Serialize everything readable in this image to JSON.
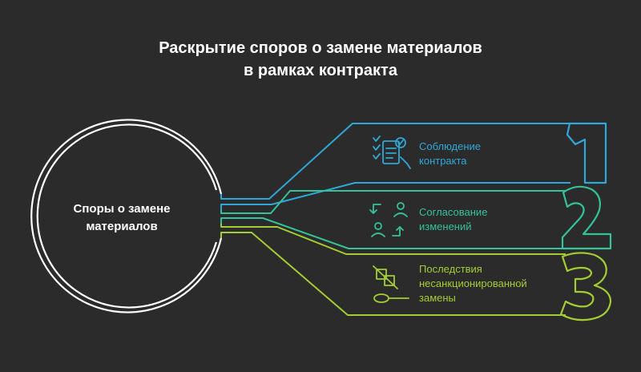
{
  "title": {
    "line1": "Раскрытие споров о замене материалов",
    "line2": "в рамках контракта"
  },
  "hub": {
    "line1": "Споры о замене",
    "line2": "материалов"
  },
  "items": [
    {
      "number": "1",
      "line1": "Соблюдение",
      "line2": "контракта",
      "icon": "contract-checklist-icon",
      "color": "#2ea8d8"
    },
    {
      "number": "2",
      "line1": "Согласование",
      "line2": "изменений",
      "icon": "user-swap-icon",
      "color": "#33c29a"
    },
    {
      "number": "3",
      "line1": "Последствия",
      "line2": "несанкционированной",
      "line3": "замены",
      "icon": "unauthorized-replacement-icon",
      "color": "#a3cd32"
    }
  ],
  "colors": {
    "background": "#2b2b2b",
    "text": "#ffffff",
    "hub_ring": "#ffffff"
  }
}
